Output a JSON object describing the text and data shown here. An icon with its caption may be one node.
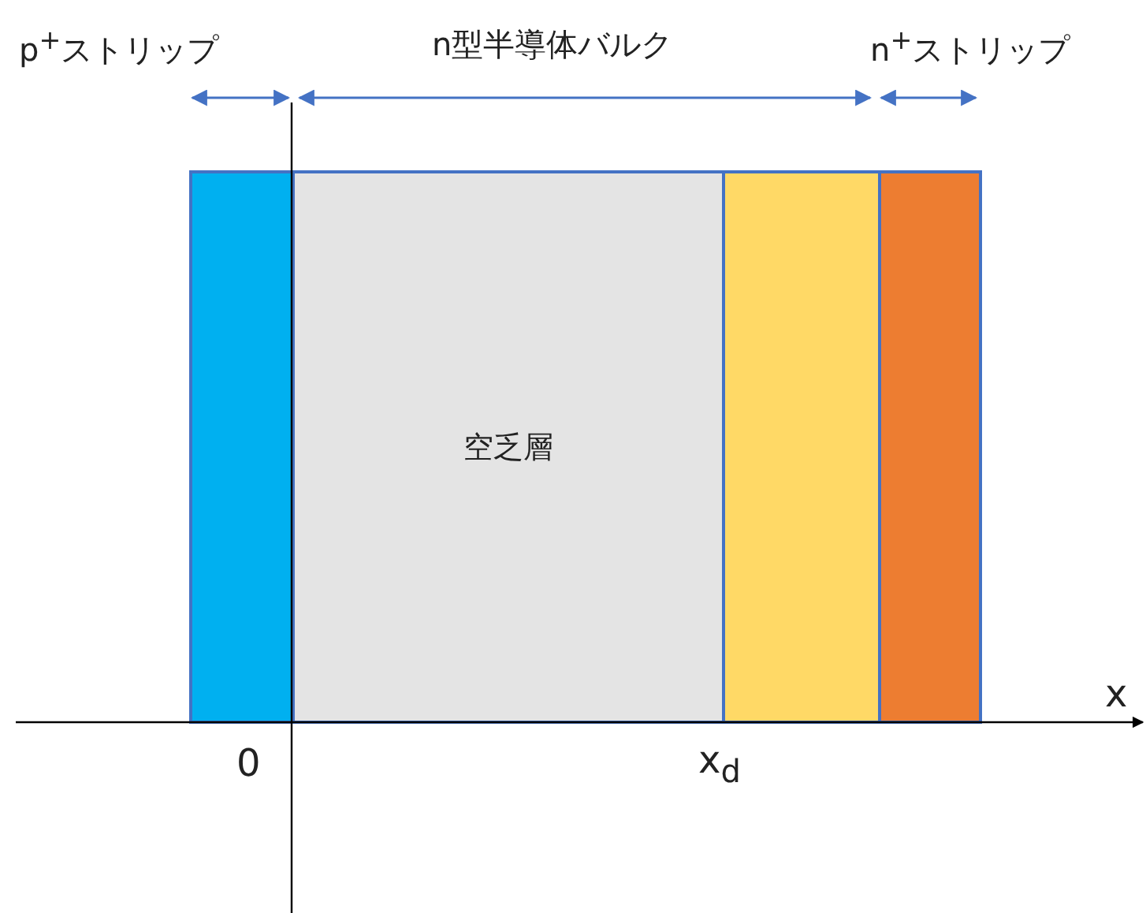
{
  "diagram": {
    "nodes": [
      {
        "text": [],
        "shape": "bar"
      },
      {
        "text": [
          "空乏層"
        ]
      },
      {
        "text": [],
        "shape": "bar"
      },
      {
        "text": [],
        "shape": "bar"
      }
    ],
    "labels": [
      "p$^{+}$ストリップ",
      "n型半導体バルク",
      "n$^{+}$ストリップ",
      "x",
      "0",
      "x$_{d}$"
    ]
  }
}
